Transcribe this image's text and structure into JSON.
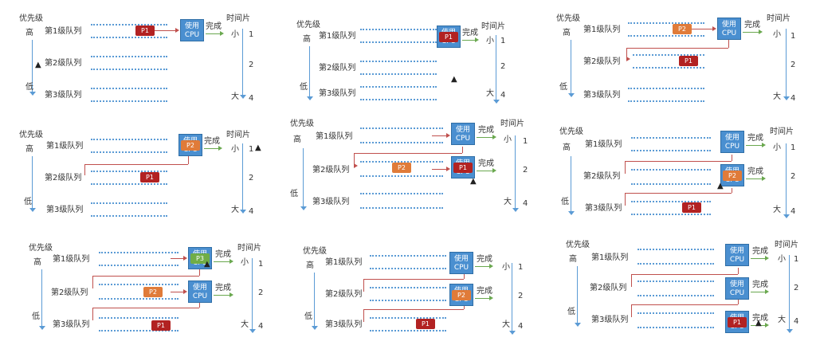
{
  "labels": {
    "priority": "优先级",
    "high": "高",
    "low": "低",
    "queue1": "第1级队列",
    "queue2": "第2级队列",
    "queue3": "第3级队列",
    "cpu_line1": "使用",
    "cpu_line2": "CPU",
    "done": "完成",
    "timeslice": "时间片",
    "small": "小",
    "big": "大",
    "ts1": "1",
    "ts2": "2",
    "ts4": "4"
  },
  "processes": {
    "p1": "P1",
    "p2": "P2",
    "p3": "P3"
  },
  "colors": {
    "p1": "#b22222",
    "p2": "#e07b39",
    "p3": "#70ad47",
    "cpu": "#4a8fd0",
    "queue": "#5b9bd5"
  }
}
